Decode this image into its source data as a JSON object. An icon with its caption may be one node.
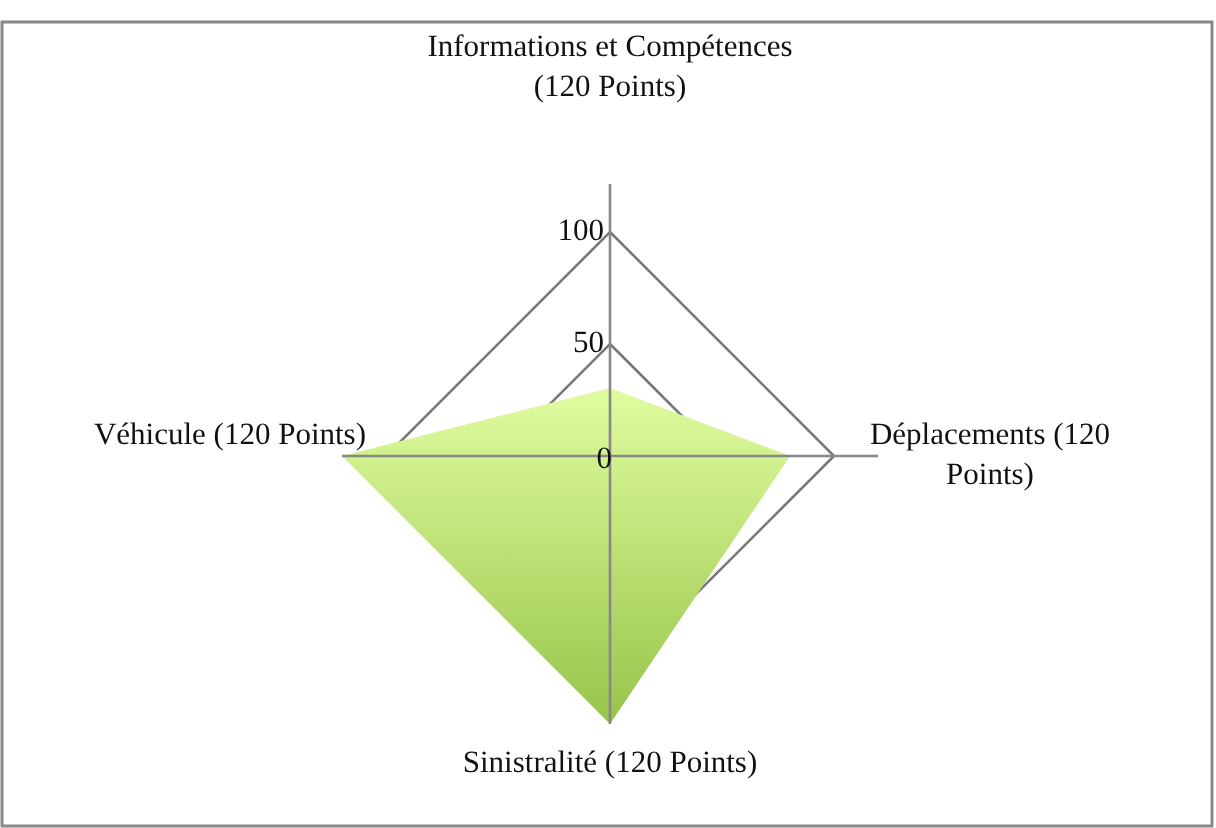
{
  "diagram": {
    "labels": [
      "Informations et Compétences (120 Points)",
      "100",
      "50",
      "Véhicule (120 Points)",
      "0",
      "Déplacements (120 Points)",
      "Sinistralité (120 Points)"
    ]
  }
}
